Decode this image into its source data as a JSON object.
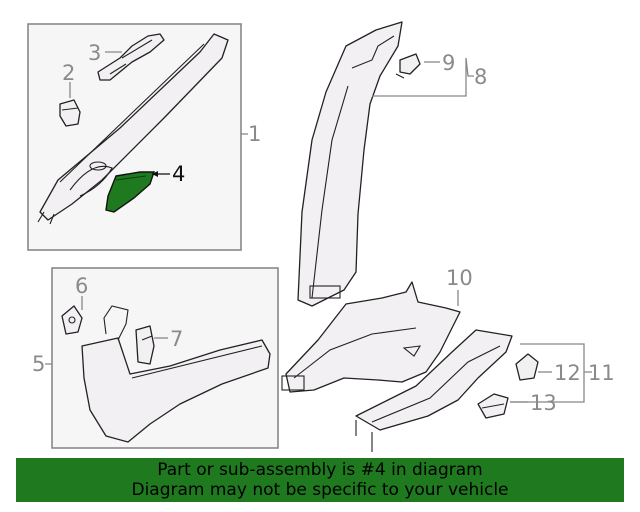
{
  "callouts": {
    "c1": "1",
    "c2": "2",
    "c3": "3",
    "c4": "4",
    "c5": "5",
    "c6": "6",
    "c7": "7",
    "c8": "8",
    "c9": "9",
    "c10": "10",
    "c11": "11",
    "c12": "12",
    "c13": "13"
  },
  "highlight_part": "4",
  "colors": {
    "highlight": "#1f7a1f",
    "banner": "#1f7a1f",
    "callout": "#8a8a8a",
    "box_fill": "#f6f6f6"
  },
  "banner": {
    "line1": "Part or sub-assembly is #4 in diagram",
    "line2": "Diagram may not be specific to your vehicle"
  }
}
